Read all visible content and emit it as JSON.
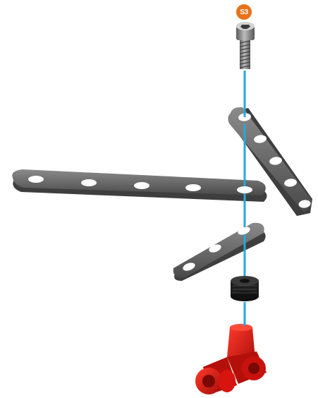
{
  "step_badge": {
    "label": "S3",
    "color": "#E8721C"
  },
  "colors": {
    "axis_line": "#27A7DE",
    "metal_strip": "#6E6E6E",
    "metal_dark": "#3D3D3D",
    "spacer": "#1E1E1E",
    "block": "#D9140F"
  },
  "parts": [
    {
      "name": "screw",
      "count": 1
    },
    {
      "name": "short-strip",
      "holes": 3
    },
    {
      "name": "long-strip",
      "holes": 5
    },
    {
      "name": "long-strip",
      "holes": 5
    },
    {
      "name": "spacer",
      "count": 1
    },
    {
      "name": "red-connector-block",
      "count": 1
    }
  ]
}
